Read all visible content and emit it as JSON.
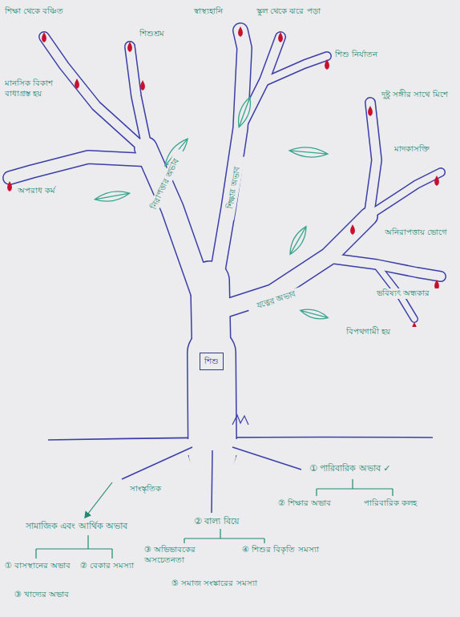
{
  "diagram": {
    "nodes": [
      {
        "text": [
          "শিশু"
        ]
      }
    ],
    "labels": [
      "শিক্ষা থেকে বঞ্চিত",
      "মানসিক বিকাশ বাধাগ্রস্ত হয়",
      "অপরাধ কর্ম",
      "শিশুশ্রম",
      "স্বাস্থ্যহানি",
      "স্কুল থেকে ঝরে পড়া",
      "শিশু নির্যাতন",
      "দুষ্টু সঙ্গীর সাথে মিশে",
      "মাদকাসক্তি",
      "অনিরাপত্তায় ভোগে",
      "ভবিষ্যৎ অন্ধকার",
      "বিপথগামী হয়",
      "নিরাপত্তার অভাব",
      "শিক্ষার অভাব",
      "যত্নের অভাব",
      "① পারিবারিক অভাব ✓",
      "② শিক্ষার অভাব",
      "পারিবারিক কলহ",
      "② বাল্য বিয়ে",
      "③ অভিভাবকের অসচেতনতা",
      "④ শিশুর বিকৃতি সমস্যা",
      "⑤ সমাজ সংস্কারের সমস্যা",
      "সাংস্কৃতিক",
      "সামাজিক এবং আর্থিক অভাব",
      "① বাসস্থানের অভাব",
      "② বেকার সমস্যা",
      "③ খাদ্যের অভাব"
    ]
  }
}
